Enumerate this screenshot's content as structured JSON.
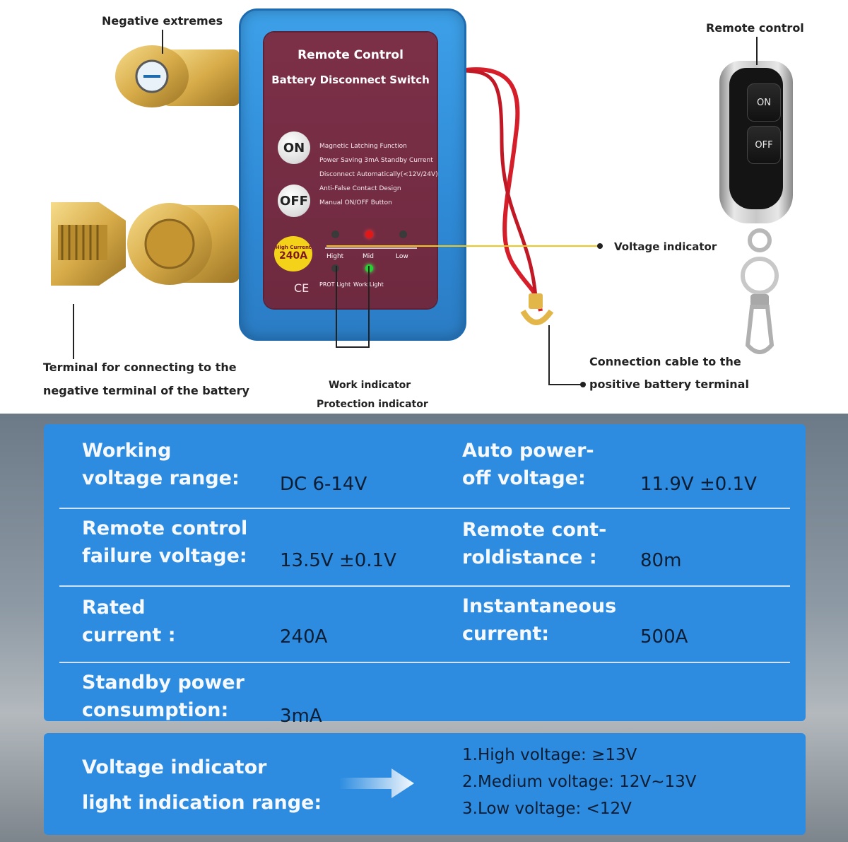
{
  "callouts": {
    "negative_extremes": "Negative extremes",
    "remote_control": "Remote control",
    "voltage_indicator": "Voltage indicator",
    "terminal_line1": "Terminal for connecting to the",
    "terminal_line2": "negative terminal of the battery",
    "work_indicator": "Work indicator",
    "protection_indicator": "Protection indicator",
    "cable_line1": "Connection cable to the",
    "cable_line2": "positive battery terminal"
  },
  "device": {
    "title": "Remote Control",
    "subtitle": "Battery Disconnect Switch",
    "on_button": "ON",
    "off_button": "OFF",
    "features": [
      "Magnetic Latching Function",
      "Power Saving 3mA Standby Current",
      "Disconnect Automatically(<12V/24V)",
      "Anti-False Contact Design",
      "Manual ON/OFF Button"
    ],
    "badge_top": "High Current",
    "badge_value": "240A",
    "led_labels": {
      "high": "Hight",
      "mid": "Mid",
      "low": "Low",
      "prot": "PROT Light",
      "work": "Work Light"
    },
    "ce_mark": "CE"
  },
  "remote": {
    "on": "ON",
    "off": "OFF"
  },
  "specs": {
    "working_voltage_label": [
      "Working",
      "voltage range:"
    ],
    "working_voltage_value": "DC 6-14V",
    "auto_off_label": [
      "Auto power-",
      "off voltage:"
    ],
    "auto_off_value": "11.9V ±0.1V",
    "remote_failure_label": [
      "Remote control",
      "failure voltage:"
    ],
    "remote_failure_value": "13.5V ±0.1V",
    "remote_distance_label": [
      "Remote cont-",
      "roldistance :"
    ],
    "remote_distance_value": "80m",
    "rated_label": [
      "Rated",
      "current :"
    ],
    "rated_value": "240A",
    "instant_label": [
      "Instantaneous",
      "current:"
    ],
    "instant_value": "500A",
    "standby_label": [
      "Standby power",
      "consumption:"
    ],
    "standby_value": "3mA"
  },
  "range": {
    "label": [
      "Voltage indicator",
      "light indication range:"
    ],
    "items": [
      "1.High voltage: ≥13V",
      "2.Medium voltage: 12V~13V",
      "3.Low voltage: <12V"
    ]
  },
  "colors": {
    "panel": "#6e2a40",
    "device_blue": "#2f8ad6",
    "spec_blue": "#2d8ce0",
    "led_red": "#e01818",
    "led_green": "#22d22e",
    "led_off": "#3a3a3a",
    "badge": "#f5d21a",
    "cable": "#d61e2a",
    "brass": "#d7ab48"
  }
}
